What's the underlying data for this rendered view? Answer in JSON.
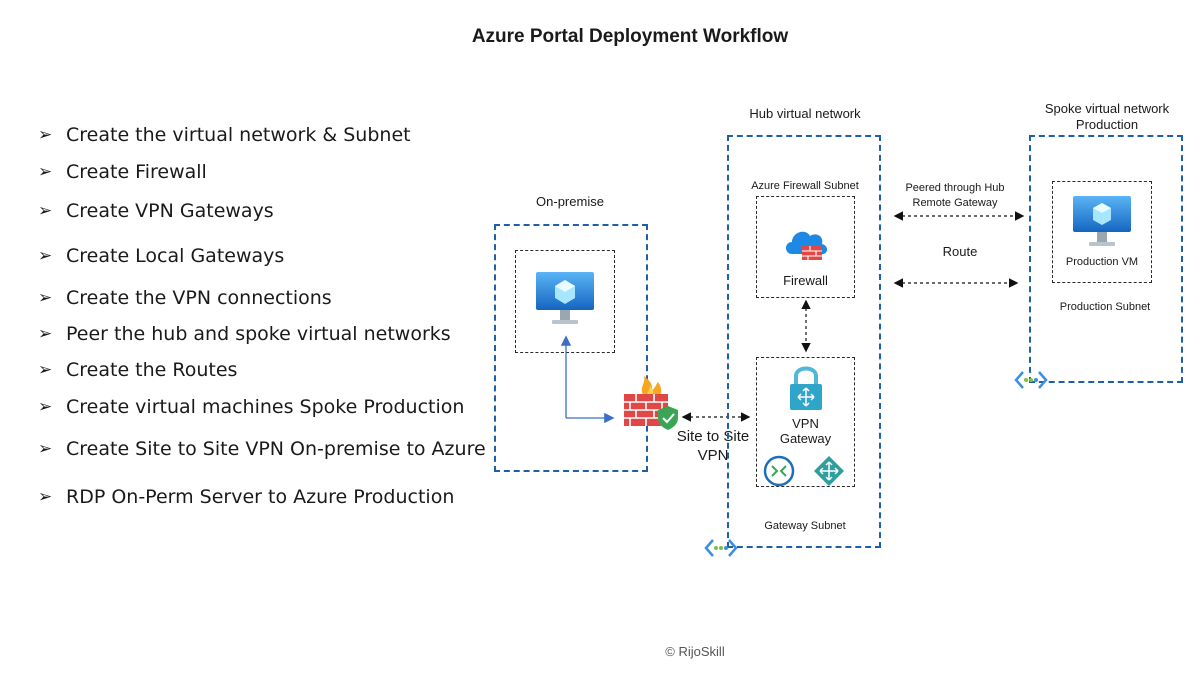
{
  "title": "Azure Portal Deployment Workflow",
  "steps": [
    "Create the virtual network & Subnet",
    "Create Firewall",
    "Create VPN Gateways",
    "Create Local Gateways",
    "Create the VPN connections",
    "Peer the hub and spoke virtual networks",
    "Create the Routes",
    "Create virtual machines Spoke Production",
    "Create Site to Site VPN On-premise to Azure",
    "RDP On-Perm Server to Azure Production"
  ],
  "step_bullet": "➢",
  "diagram": {
    "onprem_label": "On-premise",
    "hub_label": "Hub virtual network",
    "spoke_label_line1": "Spoke virtual network",
    "spoke_label_line2": "Production",
    "firewall_subnet_label": "Azure Firewall Subnet",
    "firewall_label": "Firewall",
    "vpn_gateway_line1": "VPN",
    "vpn_gateway_line2": "Gateway",
    "gateway_subnet_label": "Gateway Subnet",
    "peering_line1": "Peered through Hub",
    "peering_line2": "Remote Gateway",
    "route_label": "Route",
    "production_vm_label": "Production VM",
    "production_subnet_label": "Production Subnet",
    "s2s_line1": "Site to Site",
    "s2s_line2": "VPN"
  },
  "colors": {
    "box_border": "#1f5fa8",
    "azure_blue": "#1e88e5",
    "firewall_red": "#e04848",
    "vnet_green": "#7cc242"
  },
  "footer": "© RijoSkill"
}
